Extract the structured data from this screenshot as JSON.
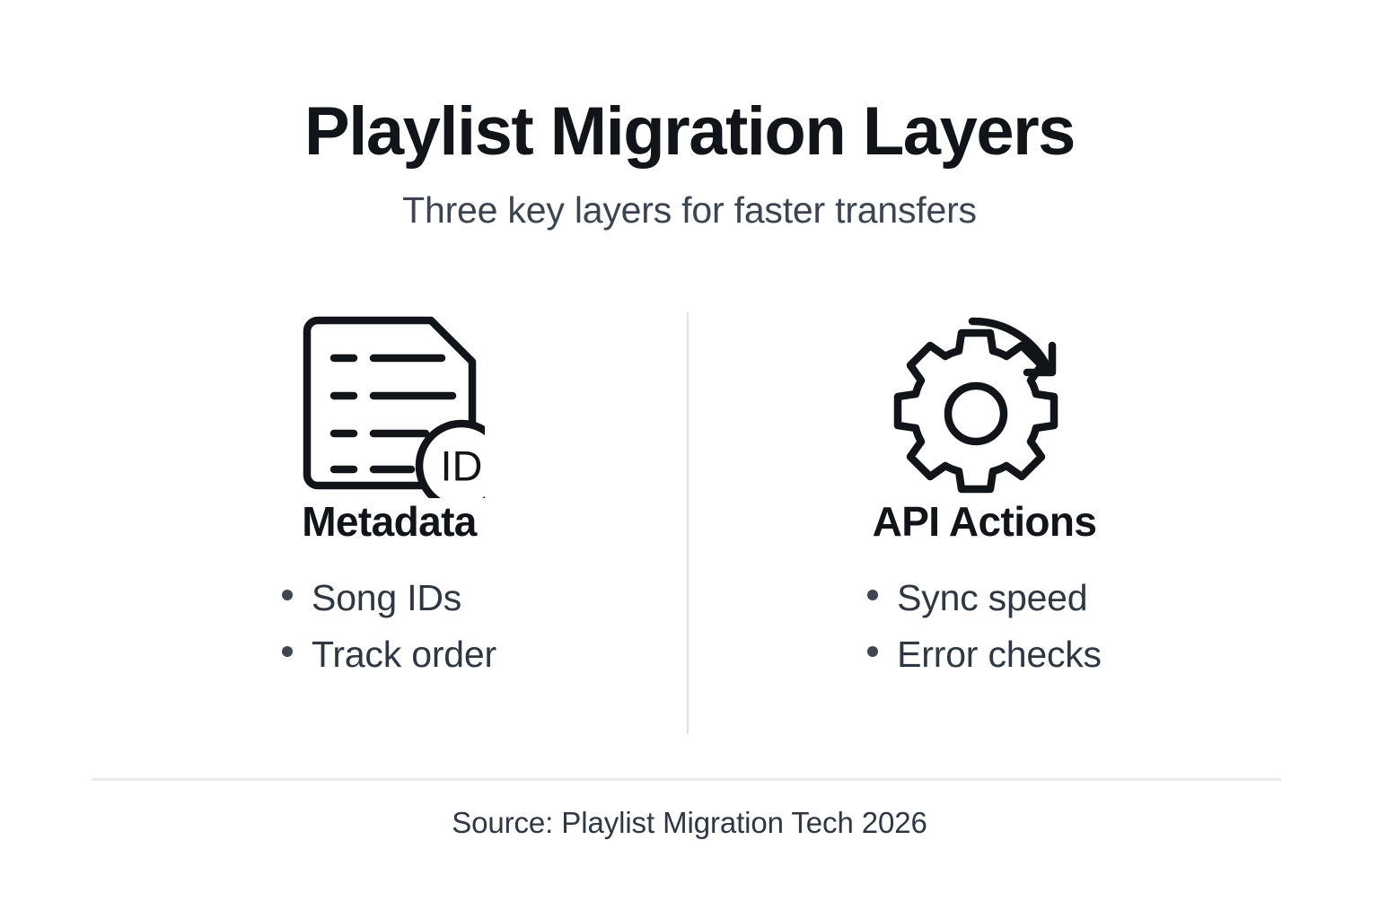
{
  "header": {
    "title": "Playlist Migration Layers",
    "subtitle": "Three key layers for faster transfers"
  },
  "columns": [
    {
      "icon": "document-id-icon",
      "heading": "Metadata",
      "bullets": [
        "Song IDs",
        "Track order"
      ]
    },
    {
      "icon": "gear-refresh-icon",
      "heading": "API Actions",
      "bullets": [
        "Sync speed",
        "Error checks"
      ]
    }
  ],
  "badge": {
    "id_label": "ID"
  },
  "footer": {
    "source": "Source: Playlist Migration Tech 2026"
  },
  "colors": {
    "background": "#ffffff",
    "title": "#111418",
    "subtitle": "#3c4450",
    "body_text": "#2f3742",
    "bullet_dot": "#3f4650",
    "divider": "#e2e2e4",
    "footer_divider": "#ececee",
    "icon_stroke": "#111418"
  }
}
